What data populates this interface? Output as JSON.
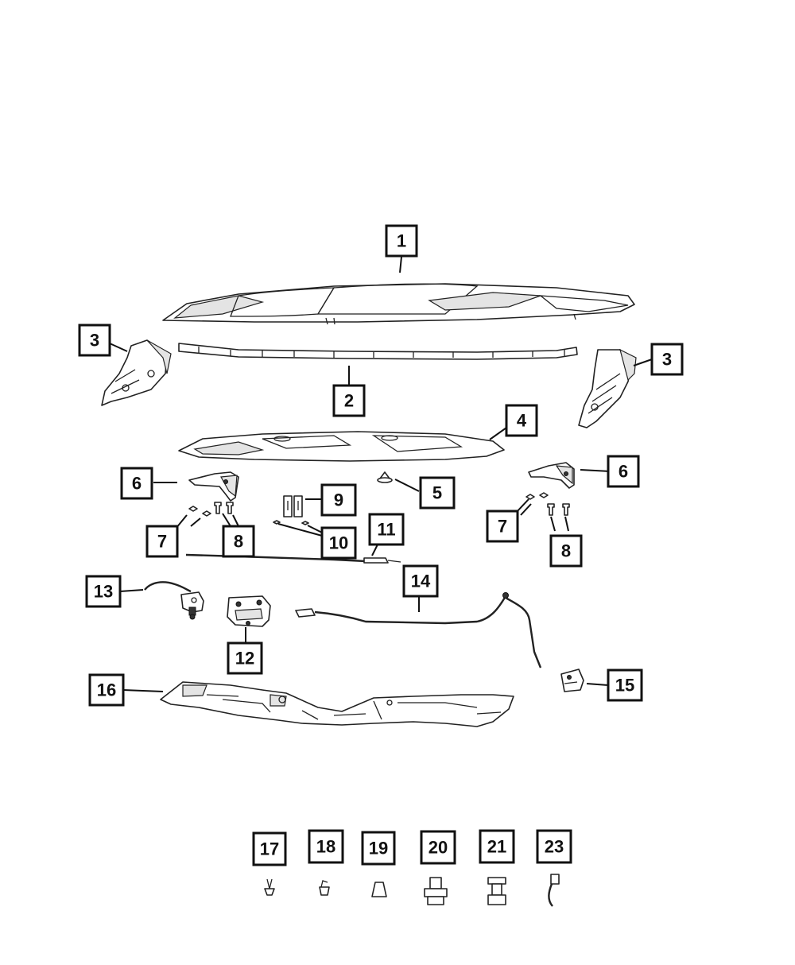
{
  "callouts": [
    {
      "id": "c1",
      "label": "1"
    },
    {
      "id": "c2",
      "label": "2"
    },
    {
      "id": "c3a",
      "label": "3"
    },
    {
      "id": "c3b",
      "label": "3"
    },
    {
      "id": "c4",
      "label": "4"
    },
    {
      "id": "c5",
      "label": "5"
    },
    {
      "id": "c6a",
      "label": "6"
    },
    {
      "id": "c6b",
      "label": "6"
    },
    {
      "id": "c7a",
      "label": "7"
    },
    {
      "id": "c7b",
      "label": "7"
    },
    {
      "id": "c8a",
      "label": "8"
    },
    {
      "id": "c8b",
      "label": "8"
    },
    {
      "id": "c9",
      "label": "9"
    },
    {
      "id": "c10",
      "label": "10"
    },
    {
      "id": "c11",
      "label": "11"
    },
    {
      "id": "c12",
      "label": "12"
    },
    {
      "id": "c13",
      "label": "13"
    },
    {
      "id": "c14",
      "label": "14"
    },
    {
      "id": "c15",
      "label": "15"
    },
    {
      "id": "c16",
      "label": "16"
    },
    {
      "id": "c17",
      "label": "17"
    },
    {
      "id": "c18",
      "label": "18"
    },
    {
      "id": "c19",
      "label": "19"
    },
    {
      "id": "c20",
      "label": "20"
    },
    {
      "id": "c21",
      "label": "21"
    },
    {
      "id": "c23",
      "label": "23"
    }
  ]
}
